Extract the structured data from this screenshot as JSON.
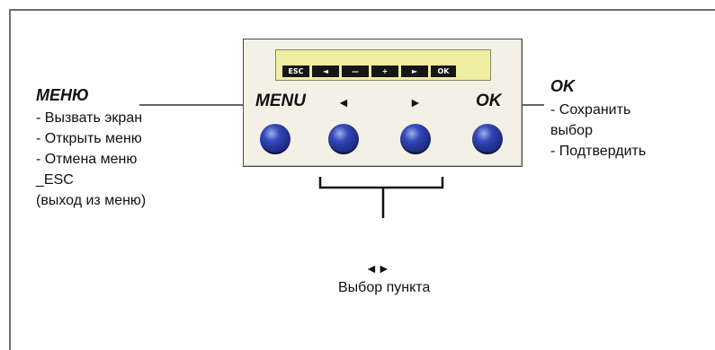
{
  "lcd": {
    "keys": [
      {
        "label": "ESC"
      },
      {
        "label": "◄"
      },
      {
        "label": "—"
      },
      {
        "label": "+"
      },
      {
        "label": "►"
      },
      {
        "label": "OK"
      }
    ]
  },
  "panel": {
    "menu_label": "MENU",
    "left_arrow": "◄",
    "right_arrow": "►",
    "ok_label": "OK"
  },
  "left_callout": {
    "title": "МЕНЮ",
    "lines": [
      "- Вызвать экран",
      "- Открыть меню",
      "- Отмена меню",
      "_ESC",
      "(выход из меню)"
    ]
  },
  "right_callout": {
    "title": "OK",
    "lines": [
      "- Сохранить",
      "выбор",
      "- Подтвердить"
    ]
  },
  "bottom_callout": {
    "arrows": "◄►",
    "text": "Выбор пункта"
  },
  "colors": {
    "button_blue": "#2a3aa8",
    "lcd_yellow": "#f0eea2",
    "panel_bg": "#f3f1e6"
  }
}
